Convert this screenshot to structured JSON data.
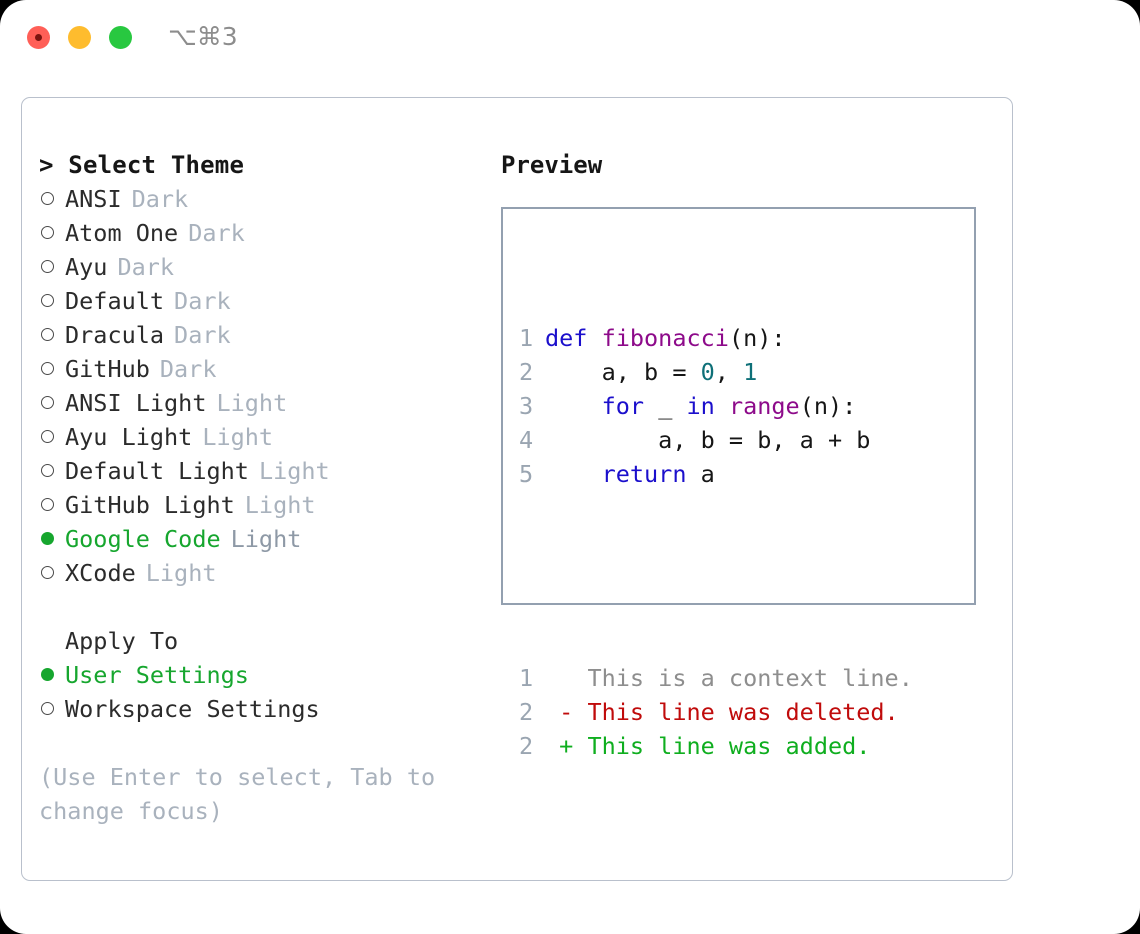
{
  "window": {
    "traffic_lights": [
      "close",
      "minimize",
      "maximize"
    ],
    "shortcut": "⌥⌘3",
    "accent_green": "#16a62e",
    "muted_gray": "#a9b2bd",
    "border_color": "#b9c0cc"
  },
  "theme_list": {
    "header": "> Select Theme",
    "items": [
      {
        "marker": "hollow",
        "label": "ANSI",
        "kind": "Dark",
        "selected": false
      },
      {
        "marker": "hollow",
        "label": "Atom One",
        "kind": "Dark",
        "selected": false
      },
      {
        "marker": "hollow",
        "label": "Ayu",
        "kind": "Dark",
        "selected": false
      },
      {
        "marker": "hollow",
        "label": "Default",
        "kind": "Dark",
        "selected": false
      },
      {
        "marker": "hollow",
        "label": "Dracula",
        "kind": "Dark",
        "selected": false
      },
      {
        "marker": "hollow",
        "label": "GitHub",
        "kind": "Dark",
        "selected": false
      },
      {
        "marker": "hollow",
        "label": "ANSI Light",
        "kind": "Light",
        "selected": false
      },
      {
        "marker": "hollow",
        "label": "Ayu Light",
        "kind": "Light",
        "selected": false
      },
      {
        "marker": "hollow",
        "label": "Default Light",
        "kind": "Light",
        "selected": false
      },
      {
        "marker": "hollow",
        "label": "GitHub Light",
        "kind": "Light",
        "selected": false
      },
      {
        "marker": "filled",
        "label": "Google Code",
        "kind": "Light",
        "selected": true
      },
      {
        "marker": "hollow",
        "label": "XCode",
        "kind": "Light",
        "selected": false
      }
    ]
  },
  "apply_to": {
    "header": "Apply To",
    "items": [
      {
        "marker": "filled",
        "label": "User Settings",
        "selected": true
      },
      {
        "marker": "hollow",
        "label": "Workspace Settings",
        "selected": false
      }
    ]
  },
  "hint": "(Use Enter to select, Tab to change focus)",
  "preview": {
    "title": "Preview",
    "code_lines": [
      {
        "number": "1",
        "tokens": [
          {
            "text": "def ",
            "type": "kw"
          },
          {
            "text": "fibonacci",
            "type": "fn"
          },
          {
            "text": "(n):",
            "type": "plain"
          }
        ]
      },
      {
        "number": "2",
        "tokens": [
          {
            "text": "    a, b = ",
            "type": "plain"
          },
          {
            "text": "0",
            "type": "num"
          },
          {
            "text": ", ",
            "type": "plain"
          },
          {
            "text": "1",
            "type": "num"
          }
        ]
      },
      {
        "number": "3",
        "tokens": [
          {
            "text": "    ",
            "type": "plain"
          },
          {
            "text": "for",
            "type": "kw"
          },
          {
            "text": " _ ",
            "type": "plain"
          },
          {
            "text": "in",
            "type": "kw"
          },
          {
            "text": " ",
            "type": "plain"
          },
          {
            "text": "range",
            "type": "fn"
          },
          {
            "text": "(n):",
            "type": "plain"
          }
        ]
      },
      {
        "number": "4",
        "tokens": [
          {
            "text": "        a, b = b, a + b",
            "type": "plain"
          }
        ]
      },
      {
        "number": "5",
        "tokens": [
          {
            "text": "    ",
            "type": "plain"
          },
          {
            "text": "return",
            "type": "kw"
          },
          {
            "text": " a",
            "type": "plain"
          }
        ]
      }
    ],
    "diff_lines": [
      {
        "number": "1",
        "tokens": [
          {
            "text": "   This is a context line.",
            "type": "ctx"
          }
        ]
      },
      {
        "number": "2",
        "tokens": [
          {
            "text": " - This line was deleted.",
            "type": "del"
          }
        ]
      },
      {
        "number": "2",
        "tokens": [
          {
            "text": " + This line was added.",
            "type": "add"
          }
        ]
      }
    ]
  }
}
